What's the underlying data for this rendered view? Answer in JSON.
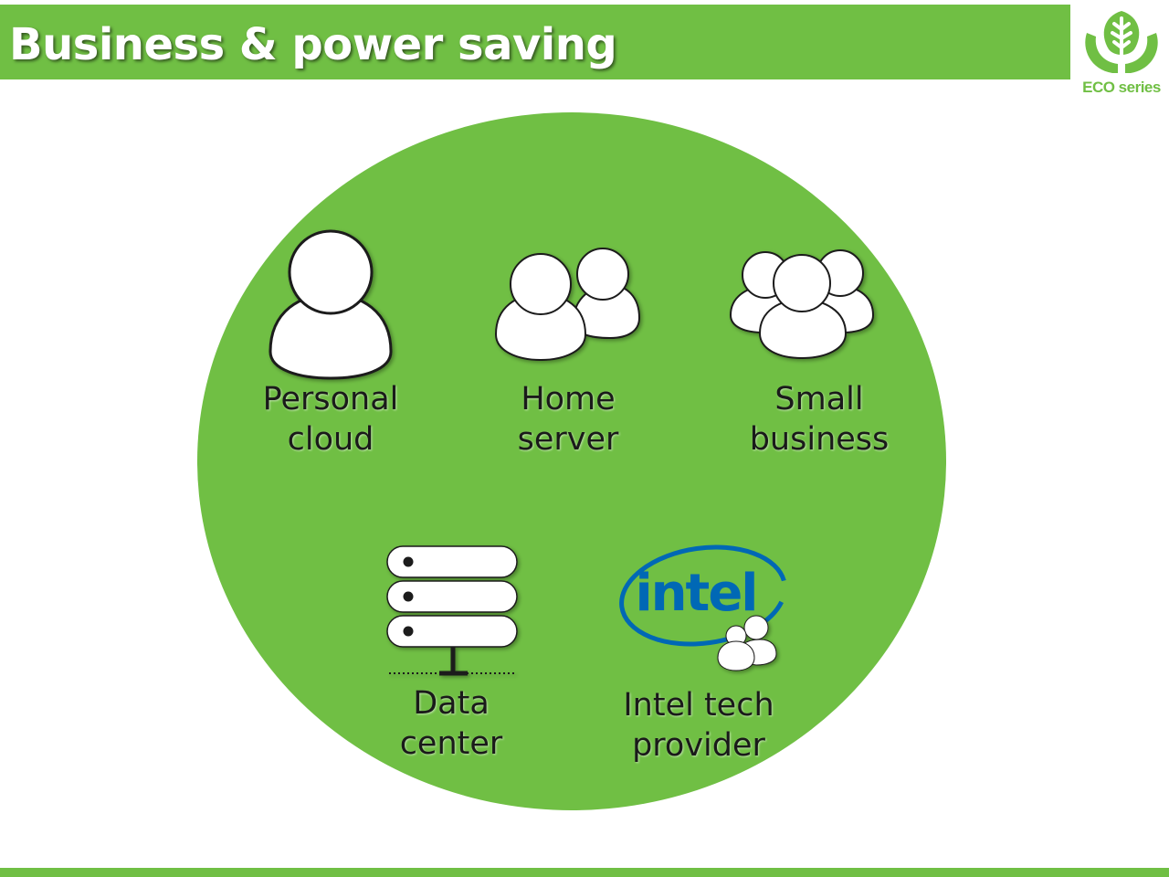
{
  "header": {
    "title": "Business & power saving",
    "logo_caption": "ECO series",
    "logo_icon": "leaf-hands-icon"
  },
  "colors": {
    "accent": "#70bf44",
    "intel_blue": "#0068b5",
    "icon_fill": "#ffffff",
    "icon_stroke": "#1a1a1a"
  },
  "segments": [
    {
      "id": "personal-cloud",
      "icon": "single-user-icon",
      "line1": "Personal",
      "line2": "cloud"
    },
    {
      "id": "home-server",
      "icon": "two-users-icon",
      "line1": "Home",
      "line2": "server"
    },
    {
      "id": "small-business",
      "icon": "user-group-icon",
      "line1": "Small",
      "line2": "business"
    },
    {
      "id": "data-center",
      "icon": "server-rack-icon",
      "line1": "Data",
      "line2": "center"
    },
    {
      "id": "intel-tech-provider",
      "icon": "intel-logo-icon",
      "logo_text": "intel",
      "line1": "Intel tech",
      "line2": "provider"
    }
  ]
}
